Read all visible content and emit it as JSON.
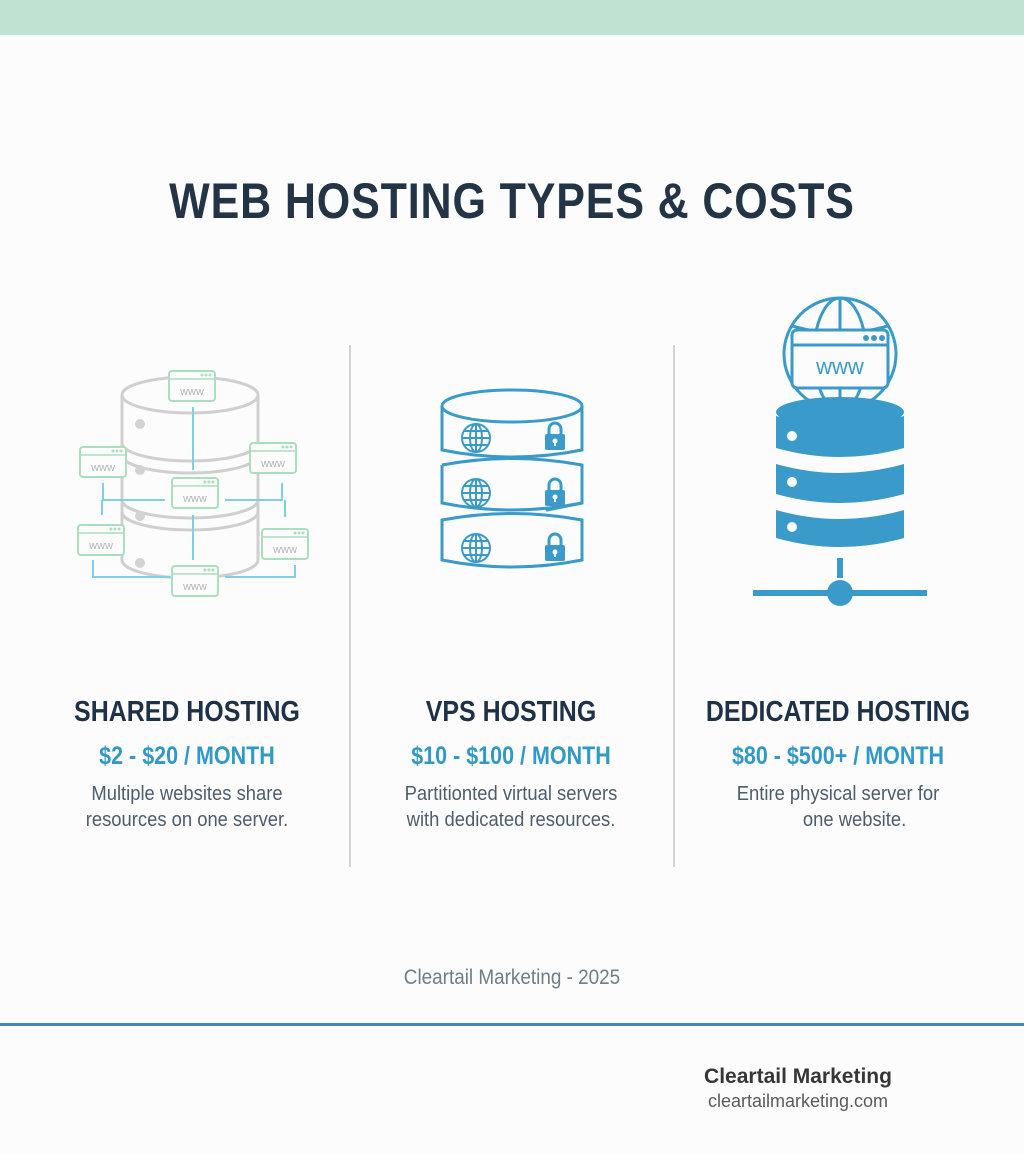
{
  "colors": {
    "top_band": "#c0e2d2",
    "title": "#233447",
    "price": "#3199c9",
    "description": "#4d5d6d",
    "accent_blue": "#3a9bcb",
    "footer_line": "#3f8bb4",
    "divider": "#cfd4d7"
  },
  "header": {
    "title": "WEB HOSTING TYPES & COSTS"
  },
  "columns": [
    {
      "icon": "shared-server-icon",
      "title": "SHARED HOSTING",
      "price": "$2 - $20 / MONTH",
      "description_line1": "Multiple websites share",
      "description_line2": "resources on one server.",
      "icon_labels": [
        "www",
        "www",
        "www",
        "www",
        "www",
        "www",
        "www"
      ]
    },
    {
      "icon": "vps-server-icon",
      "title": "VPS HOSTING",
      "price": "$10 - $100 / MONTH",
      "description_line1": "Partitionted virtual servers",
      "description_line2": "with dedicated resources."
    },
    {
      "icon": "dedicated-server-icon",
      "title": "DEDICATED HOSTING",
      "price": "$80 - $500+ / MONTH",
      "description_line1": "Entire physical server for",
      "description_line2": "one website.",
      "icon_label": "www"
    }
  ],
  "footer": {
    "credit": "Cleartail Marketing - 2025",
    "brand_name": "Cleartail Marketing",
    "brand_url": "cleartailmarketing.com"
  }
}
